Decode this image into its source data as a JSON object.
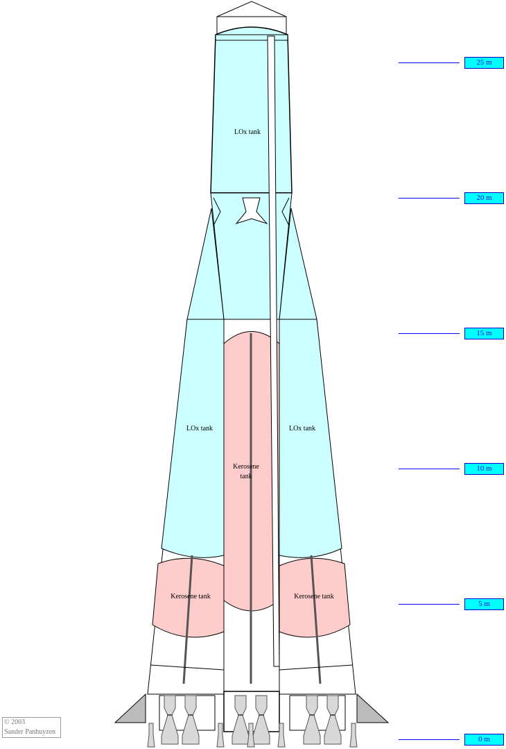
{
  "labels": {
    "core_lox": "LOx tank",
    "left_lox": "LOx tank",
    "right_lox": "LOx tank",
    "core_kerosene_line1": "Kerosene",
    "core_kerosene_line2": "tank",
    "left_kerosene": "Kerosene tank",
    "right_kerosene": "Kerosene tank"
  },
  "scale": [
    {
      "label": "25 m",
      "value": 25
    },
    {
      "label": "20 m",
      "value": 20
    },
    {
      "label": "15 m",
      "value": 15
    },
    {
      "label": "10 m",
      "value": 10
    },
    {
      "label": "5 m",
      "value": 5
    },
    {
      "label": "0 m",
      "value": 0
    }
  ],
  "copyright": {
    "line1": "© 2003",
    "line2": "Sander Panhuyzen"
  },
  "colors": {
    "lox": "#ccffff",
    "kerosene": "#ffcccc",
    "scale_box": "#00ffff",
    "scale_line": "#0000ff"
  }
}
